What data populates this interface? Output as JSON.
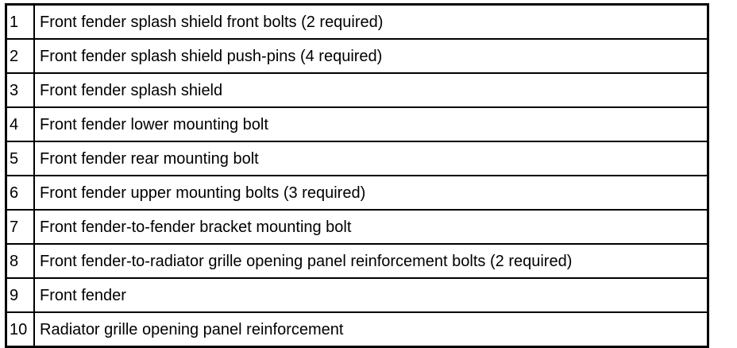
{
  "legend": {
    "rows": [
      {
        "number": "1",
        "description": "Front fender splash shield front bolts (2 required)"
      },
      {
        "number": "2",
        "description": "Front fender splash shield push-pins (4 required)"
      },
      {
        "number": "3",
        "description": "Front fender splash shield"
      },
      {
        "number": "4",
        "description": "Front fender lower mounting bolt"
      },
      {
        "number": "5",
        "description": "Front fender rear mounting bolt"
      },
      {
        "number": "6",
        "description": "Front fender upper mounting bolts (3 required)"
      },
      {
        "number": "7",
        "description": "Front fender-to-fender bracket mounting bolt"
      },
      {
        "number": "8",
        "description": "Front fender-to-radiator grille opening panel reinforcement bolts (2 required)"
      },
      {
        "number": "9",
        "description": "Front fender"
      },
      {
        "number": "10",
        "description": "Radiator grille opening panel reinforcement"
      }
    ]
  }
}
